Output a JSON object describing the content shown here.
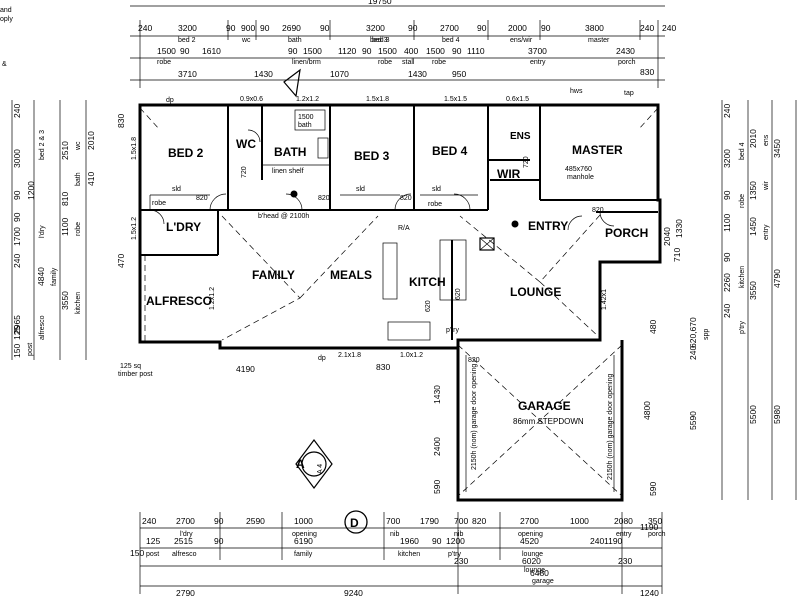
{
  "plan": {
    "overall_width": "19750",
    "rooms": {
      "bed2": "BED 2",
      "wc": "WC",
      "bath": "BATH",
      "bed3": "BED 3",
      "bed4": "BED 4",
      "ens": "ENS",
      "master": "MASTER",
      "wir": "WIR",
      "ldry": "L'DRY",
      "family": "FAMILY",
      "meals": "MEALS",
      "kitch": "KITCH",
      "lounge": "LOUNGE",
      "entry": "ENTRY",
      "porch": "PORCH",
      "alfresco": "ALFRESCO",
      "garage": "GARAGE"
    },
    "notes": {
      "stepdown": "86mm STEPDOWN",
      "manhole": "485x760",
      "manhole_label": "manhole",
      "bhead": "b'head @ 2100h",
      "timber_post_1": "125 sq",
      "timber_post_2": "timber post",
      "garage_door_1": "2150h (nom) garage door opening",
      "garage_door_2": "2150h (nom) garage door opening",
      "robe": "robe",
      "sld": "sld",
      "linen": "linen shelf",
      "bath_size": "1500",
      "bath_label": "bath",
      "ptry": "p'try",
      "hws": "hws",
      "tap": "tap",
      "dp": "dp",
      "rfa": "R/A"
    },
    "section_marker": {
      "a1": "A",
      "a2": "A 4"
    },
    "elevation_marker": "D",
    "top_dims": {
      "row1": [
        "240",
        "3200",
        "90",
        "900",
        "90",
        "2690",
        "90",
        "3200",
        "90",
        "2700",
        "90",
        "2000",
        "90",
        "3800",
        "240",
        "240"
      ],
      "row1_labels": [
        "bed 2",
        "wc",
        "bath",
        "bed 3",
        "bed 4",
        "ens/wir",
        "master"
      ],
      "row2": [
        "1500",
        "90",
        "1610",
        "90",
        "1500",
        "1120",
        "90",
        "1500",
        "400",
        "1500",
        "90",
        "1110",
        "3700",
        "2430"
      ],
      "row2_labels": [
        "robe",
        "linen/brm",
        "bed 3",
        "robe",
        "stall",
        "robe",
        "entry",
        "porch"
      ],
      "row3": [
        "3710",
        "1430",
        "1070",
        "1430",
        "950",
        "830"
      ]
    },
    "openings": [
      "0.9x0.6",
      "1.2x1.2",
      "1.5x1.8",
      "1.5x1.5",
      "0.6x1.5",
      "1.5x1.8",
      "1.5x1.2",
      "2.1x1.8",
      "1.0x1.2",
      "1.2x1.2",
      "1.42x1"
    ],
    "left_dims": {
      "outer": [
        "240",
        "3000",
        "90",
        "1200",
        "90",
        "1700",
        "240",
        "4840",
        "240",
        "2965",
        "150",
        "125"
      ],
      "outer_labels": [
        "bed 2 & 3",
        "l'dry",
        "family",
        "alfresco",
        "post"
      ],
      "inner": [
        "2510",
        "810",
        "1100",
        "3550"
      ],
      "inner_labels": [
        "wc",
        "bath",
        "robe",
        "kitchen"
      ],
      "misc": [
        "830",
        "470",
        "2010",
        "410"
      ]
    },
    "right_dims": {
      "outer": [
        "240",
        "3200",
        "90",
        "1100",
        "90",
        "2260",
        "240",
        "620,670",
        "240",
        "5590"
      ],
      "outer_labels": [
        "bed 4",
        "robe",
        "kitchen",
        "spp",
        "p'try"
      ],
      "inner": [
        "2010",
        "3450",
        "1350",
        "1450",
        "3550",
        "4790",
        "5500",
        "5980"
      ],
      "inner_labels": [
        "ens",
        "wir",
        "entry"
      ],
      "misc": [
        "1330",
        "2040",
        "710",
        "480",
        "590",
        "1190",
        "720",
        "820",
        "720"
      ]
    },
    "bottom_dims": {
      "row1": [
        "240",
        "2700",
        "90",
        "2590",
        "1000",
        "700",
        "1790",
        "700",
        "820",
        "2700",
        "1000",
        "2080",
        "350"
      ],
      "row1_labels": [
        "l'dry",
        "opening",
        "nib",
        "nib",
        "opening",
        "entry",
        "porch"
      ],
      "row2": [
        "150",
        "125",
        "2515",
        "90",
        "6190",
        "1960",
        "90",
        "1200",
        "4520",
        "240",
        "1190"
      ],
      "row2_labels": [
        "post",
        "alfresco",
        "family",
        "kitchen",
        "p'try",
        "lounge"
      ],
      "row3": [
        "230",
        "6020",
        "230"
      ],
      "row3_label": "lounge",
      "row4": [
        "6480"
      ],
      "row4_label": "garage",
      "row5": [
        "2790",
        "9240",
        "1240"
      ]
    },
    "garage_dims": [
      "4800",
      "1430",
      "2400",
      "590",
      "4190",
      "830",
      "590",
      "480",
      "710"
    ],
    "misc_small": [
      "820",
      "720",
      "820",
      "820",
      "620",
      "620",
      "820",
      "820",
      "720"
    ],
    "side_text": [
      "and",
      "oply",
      "&"
    ]
  }
}
